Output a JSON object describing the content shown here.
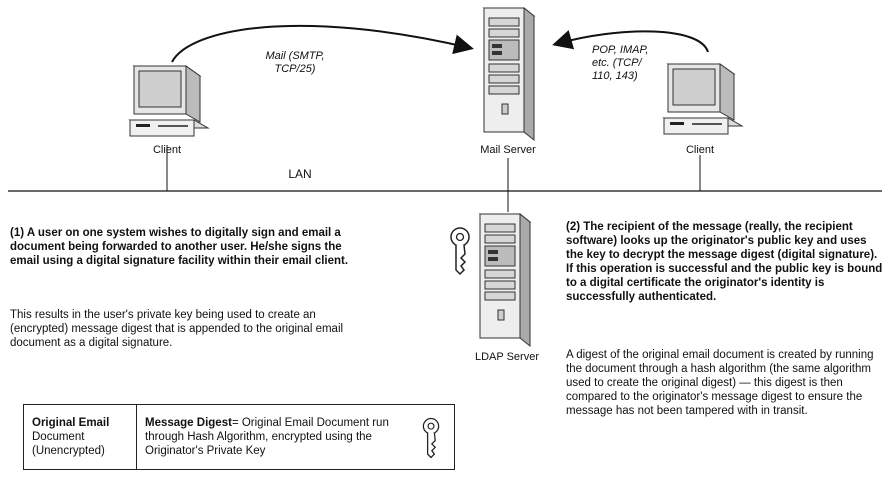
{
  "labels": {
    "client_left": "Client",
    "client_right": "Client",
    "mail_server": "Mail Server",
    "lan": "LAN",
    "ldap_server": "LDAP Server",
    "mail_smtp": "Mail (SMTP,\nTCP/25)",
    "pop_imap": "POP, IMAP,\netc. (TCP/\n110, 143)"
  },
  "step1": {
    "heading": "(1) A user on one system wishes to digitally sign and email a document being forwarded to another user. He/she signs the email using a digital signature facility within their email client.",
    "body": "This results in the user's private key being used to create an (encrypted) message digest that is appended to the original email document as a digital signature."
  },
  "step2": {
    "heading": "(2) The recipient of the message (really, the recipient software) looks up the originator's public key and uses the key to decrypt the message digest (digital signature). If this operation is successful and the public key is bound to a digital certificate the originator's identity is successfully authenticated.",
    "body": "A digest of the original email document is created by running the document through a hash algorithm (the same algorithm used to create the original digest) — this digest is then compared to the originator's message digest to ensure the message has not been tampered with in transit."
  },
  "legend": {
    "cell1_bold": "Original Email",
    "cell1_rest": "Document (Unencrypted)",
    "cell2_bold": "Message Digest",
    "cell2_rest": "= Original Email Document run through Hash Algorithm, encrypted using the Originator's Private Key"
  }
}
